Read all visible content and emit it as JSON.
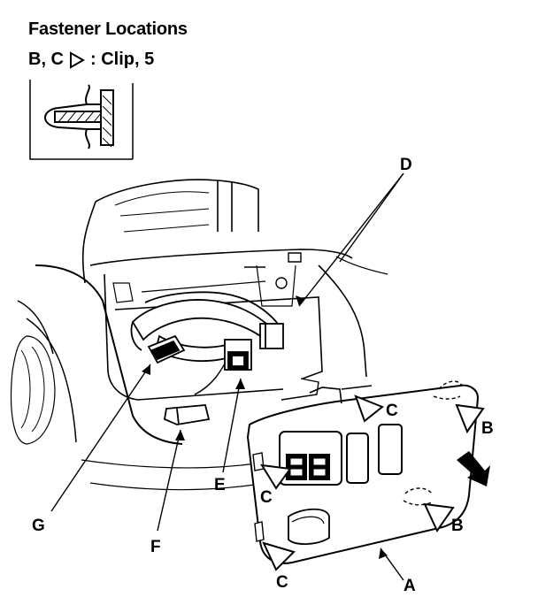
{
  "header": {
    "title": "Fastener Locations",
    "legend_prefix": "B, C",
    "legend_suffix": ": Clip, 5"
  },
  "callouts": {
    "A": "A",
    "B1": "B",
    "B2": "B",
    "C1": "C",
    "C2": "C",
    "C3": "C",
    "D": "D",
    "E": "E",
    "F": "F",
    "G": "G"
  }
}
